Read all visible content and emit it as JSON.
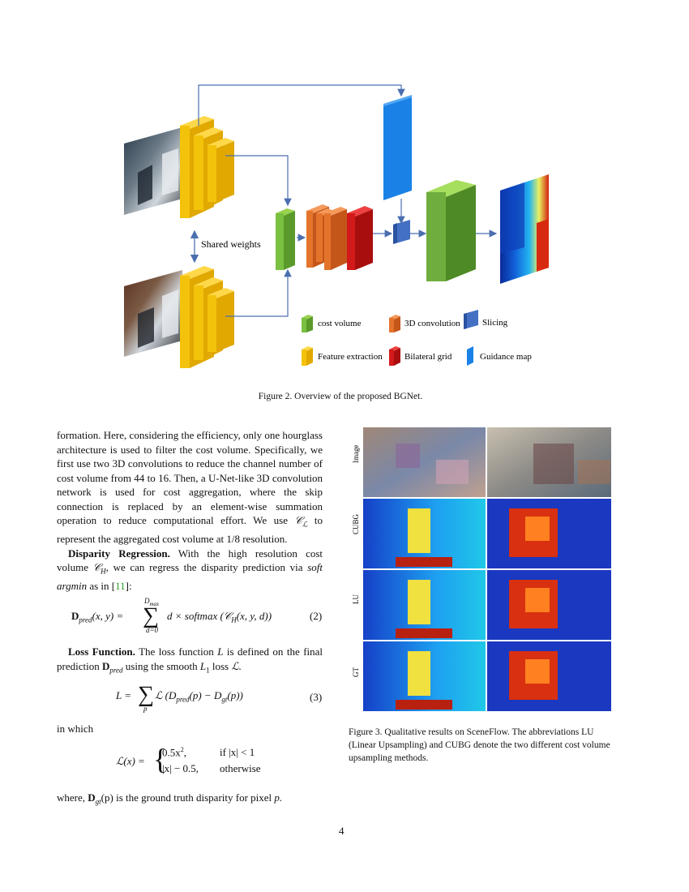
{
  "figure2": {
    "shared_weights": "Shared weights",
    "legend": {
      "cost_volume": "cost volume",
      "conv3d": "3D convolution",
      "slicing": "Slicing",
      "feature_extraction": "Feature extraction",
      "bilateral_grid": "Bilateral grid",
      "guidance_map": "Guidance map"
    },
    "caption": "Figure 2. Overview of the proposed BGNet.",
    "colors": {
      "green": "#6fae3e",
      "orange": "#e4742c",
      "red": "#d21a1a",
      "yellow": "#f3c20a",
      "blue": "#1a82e6",
      "slice": "#4470c4",
      "arrow": "#4a6fb0"
    }
  },
  "left_column": {
    "para1": "formation. Here, considering the efficiency, only one hourglass architecture is used to filter the cost volume. Specifically, we first use two 3D convolutions to reduce the channel number of cost volume from 44 to 16. Then, a U-Net-like 3D convolution network is used for cost aggregation, where the skip connection is replaced by an element-wise summation operation to reduce computational effort. We use",
    "para1_sym": "𝒞",
    "para1_sub": "ℒ",
    "para1_end": "to represent the aggregated cost volume at 1/8 resolution.",
    "para2_head": "Disparity Regression.",
    "para2_a": "With the high resolution cost volume",
    "para2_sym": "𝒞",
    "para2_sub": "H",
    "para2_b": ", we can regress the disparity prediction via",
    "para2_soft": "soft argmin",
    "para2_c": "as in [",
    "para2_cite": "11",
    "para2_d": "]:",
    "eq2_lhs": "D",
    "eq2_lhs_sub": "pred",
    "eq2_args": "(x, y) =",
    "eq2_sum_top": "D",
    "eq2_sum_top_sub": "max",
    "eq2_sum_bot": "d=0",
    "eq2_body": "d × softmax (𝒞",
    "eq2_body_sub": "H",
    "eq2_body_end": "(x, y, d))",
    "eq2_no": "(2)",
    "para3_head": "Loss Function.",
    "para3_a": "The loss function",
    "para3_L": "L",
    "para3_b": "is defined on the final prediction",
    "para3_D": "D",
    "para3_D_sub": "pred",
    "para3_c": "using the smooth",
    "para3_L1": "L",
    "para3_L1_sub": "1",
    "para3_d": "loss",
    "para3_Lcal": "ℒ.",
    "eq3_lhs": "L =",
    "eq3_sum_bot": "p",
    "eq3_body": "ℒ (D",
    "eq3_body_sub1": "pred",
    "eq3_body_mid": "(p) − D",
    "eq3_body_sub2": "gt",
    "eq3_body_end": "(p))",
    "eq3_no": "(3)",
    "in_which": "in which",
    "eq4_lhs": "ℒ(x) =",
    "eq4_r1a": "0.5x",
    "eq4_r1sup": "2",
    "eq4_r1b": ",",
    "eq4_r1c": "if |x| < 1",
    "eq4_r2a": "|x| − 0.5,",
    "eq4_r2c": "otherwise",
    "where_a": "where,",
    "where_D": "D",
    "where_D_sub": "gt",
    "where_b": "(p) is the ground truth disparity for pixel",
    "where_p": "p."
  },
  "figure3": {
    "row_labels": [
      "Image",
      "CUBG",
      "LU",
      "GT"
    ],
    "caption": "Figure 3. Qualitative results on SceneFlow. The abbreviations LU (Linear Upsampling) and CUBG denote the two different cost volume upsampling methods."
  },
  "page_number": "4"
}
